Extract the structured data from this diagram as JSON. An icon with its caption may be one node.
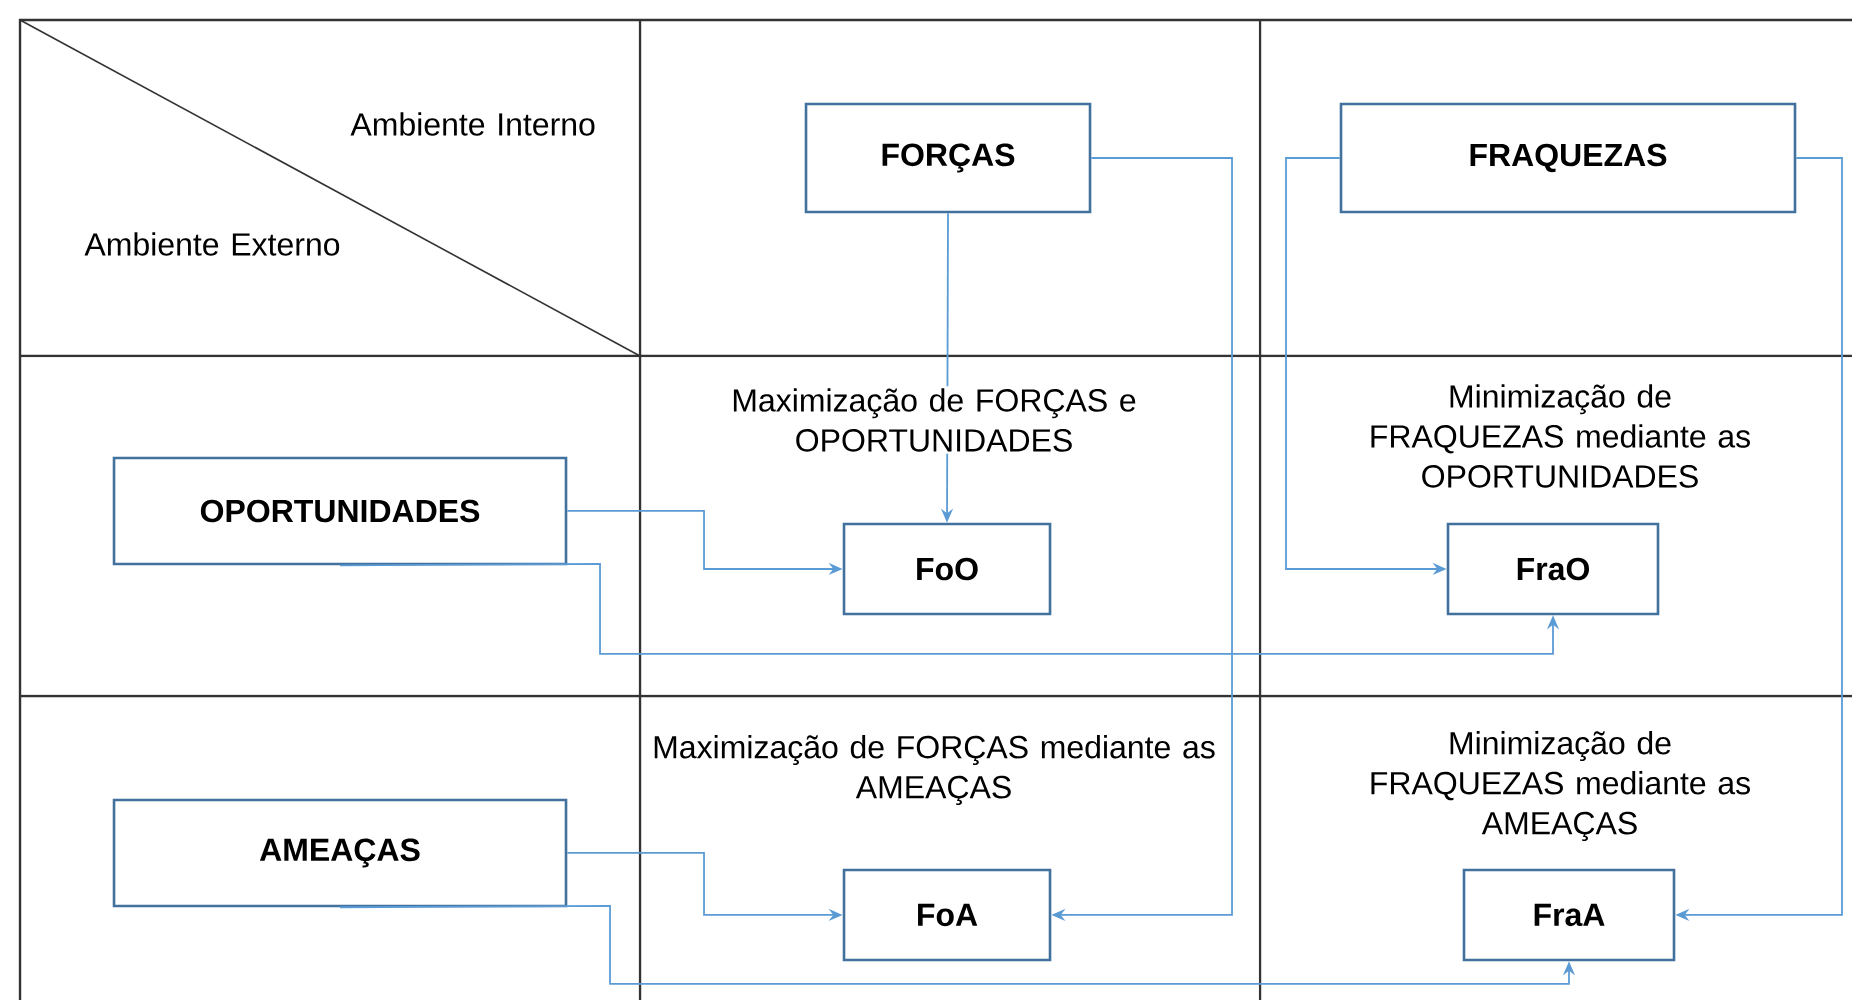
{
  "diagram": {
    "nodes": [
      {
        "text": [
          "FORÇAS"
        ]
      },
      {
        "text": [
          "FRAQUEZAS"
        ]
      },
      {
        "text": [
          "OPORTUNIDADES"
        ]
      },
      {
        "text": [
          "FoO"
        ]
      },
      {
        "text": [
          "FraO"
        ]
      },
      {
        "text": [
          "AMEAÇAS"
        ]
      },
      {
        "text": [
          "FoA"
        ]
      },
      {
        "text": [
          "FraA"
        ]
      }
    ],
    "edges": [
      {
        "from": 0,
        "to": 3,
        "arrow": "to"
      },
      {
        "from": 0,
        "to": 6,
        "arrow": "to"
      },
      {
        "from": 1,
        "to": 4,
        "arrow": "to"
      },
      {
        "from": 1,
        "to": 7,
        "arrow": "to"
      },
      {
        "from": 2,
        "to": 3,
        "arrow": "to"
      },
      {
        "from": 2,
        "to": 4,
        "arrow": "to"
      },
      {
        "from": 5,
        "to": 6,
        "arrow": "to"
      },
      {
        "from": 5,
        "to": 7,
        "arrow": "to"
      }
    ],
    "labels": [
      "Ambiente Interno",
      "Ambiente Externo",
      "Maximização de FORÇAS e OPORTUNIDADES",
      "Minimização de FRAQUEZAS mediante as OPORTUNIDADES",
      "Maximização de FORÇAS mediante as AMEAÇAS",
      "Minimização de FRAQUEZAS mediante as AMEAÇAS"
    ]
  }
}
